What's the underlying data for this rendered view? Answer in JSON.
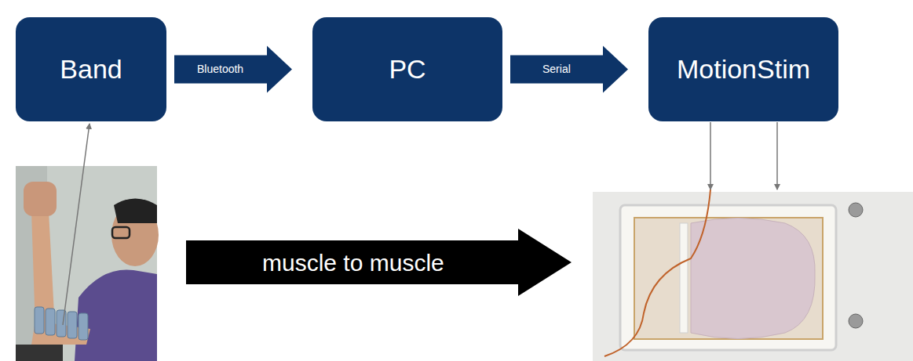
{
  "diagram": {
    "nodes": [
      {
        "text": [
          "Band"
        ]
      },
      {
        "text": [
          "PC"
        ]
      },
      {
        "text": [
          "MotionStim"
        ]
      }
    ],
    "edges": [
      {
        "from": 0,
        "to": 1,
        "arrow": "to",
        "label": "Bluetooth"
      },
      {
        "from": 1,
        "to": 2,
        "arrow": "to",
        "label": "Serial"
      }
    ],
    "labels": [
      "muscle to muscle"
    ]
  }
}
